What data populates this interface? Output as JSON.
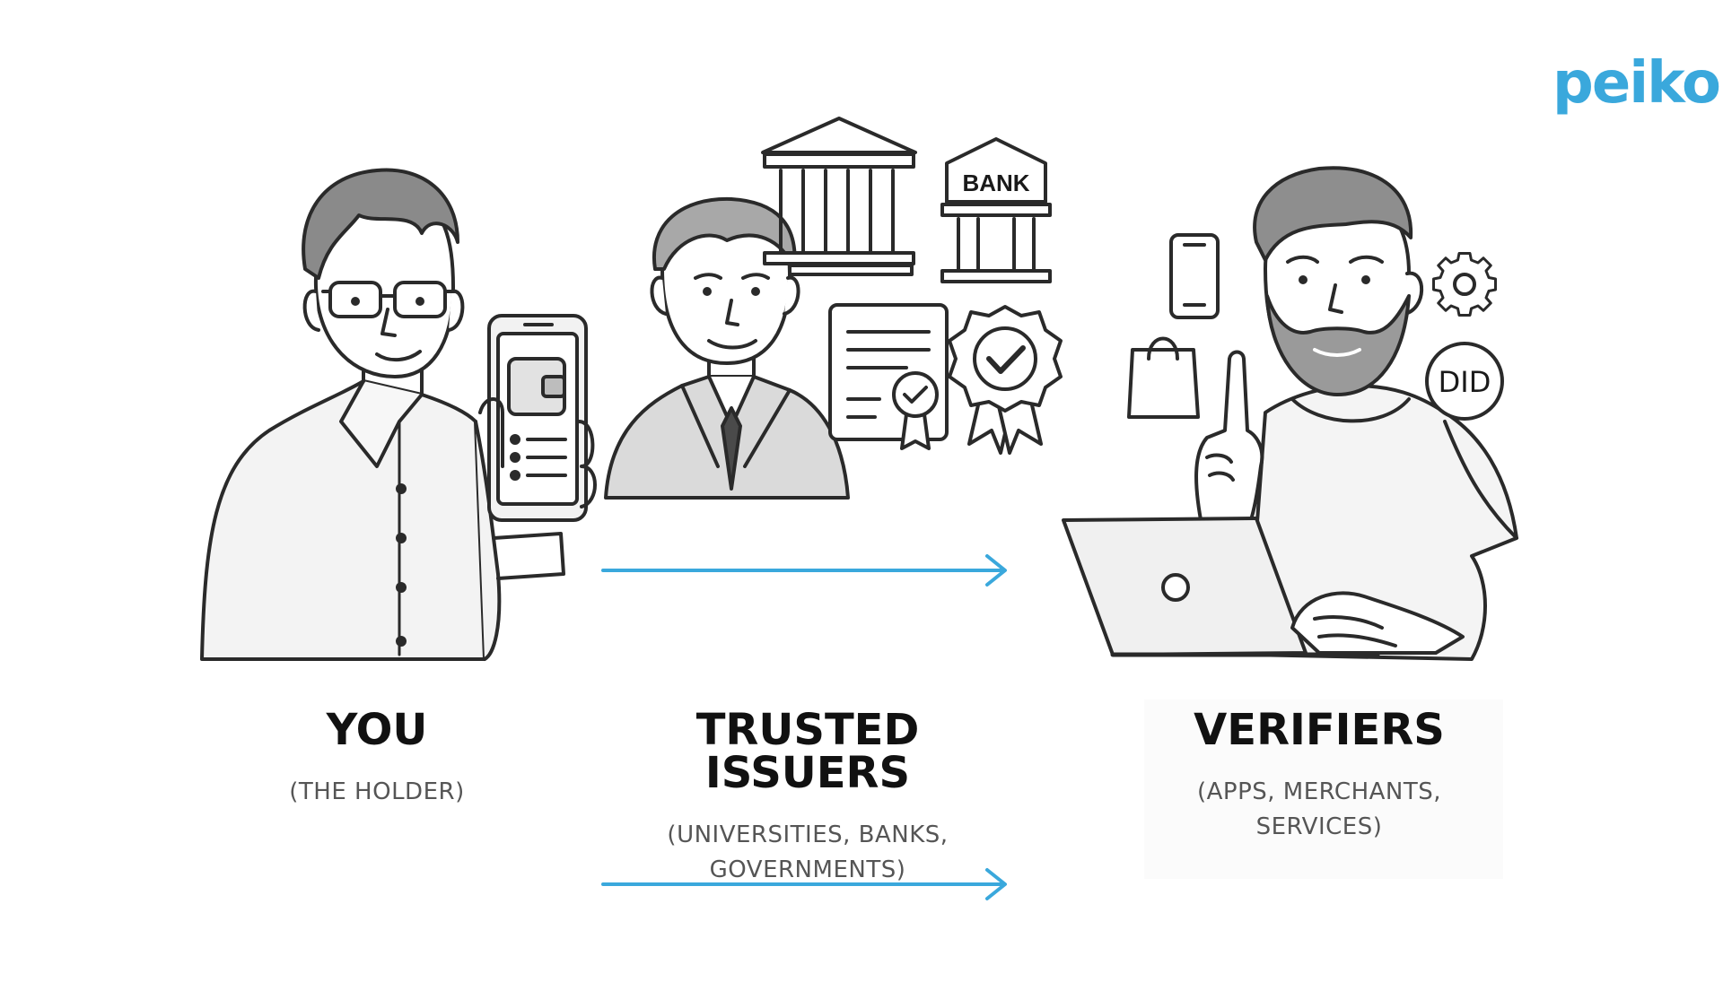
{
  "brand": {
    "logo_text": "peiko",
    "accent_color": "#3aa8dc"
  },
  "illustration": {
    "bank_sign": "BANK",
    "did_badge": "DID",
    "icons": [
      "building-icon",
      "bank-icon",
      "certificate-icon",
      "award-badge-icon",
      "phone-icon",
      "shopping-bag-icon",
      "gear-icon",
      "did-icon",
      "laptop-icon",
      "wallet-app-icon"
    ],
    "arrow_color": "#3aa8dc"
  },
  "columns": {
    "you": {
      "title": "YOU",
      "subtitle_line1": "(THE HOLDER)"
    },
    "issuers": {
      "title": "TRUSTED ISSUERS",
      "subtitle_line1": "(UNIVERSITIES, BANKS,",
      "subtitle_line2": "GOVERNMENTS)"
    },
    "verifiers": {
      "title": "VERIFIERS",
      "subtitle_line1": "(APPS, MERCHANTS,",
      "subtitle_line2": "SERVICES)"
    }
  }
}
